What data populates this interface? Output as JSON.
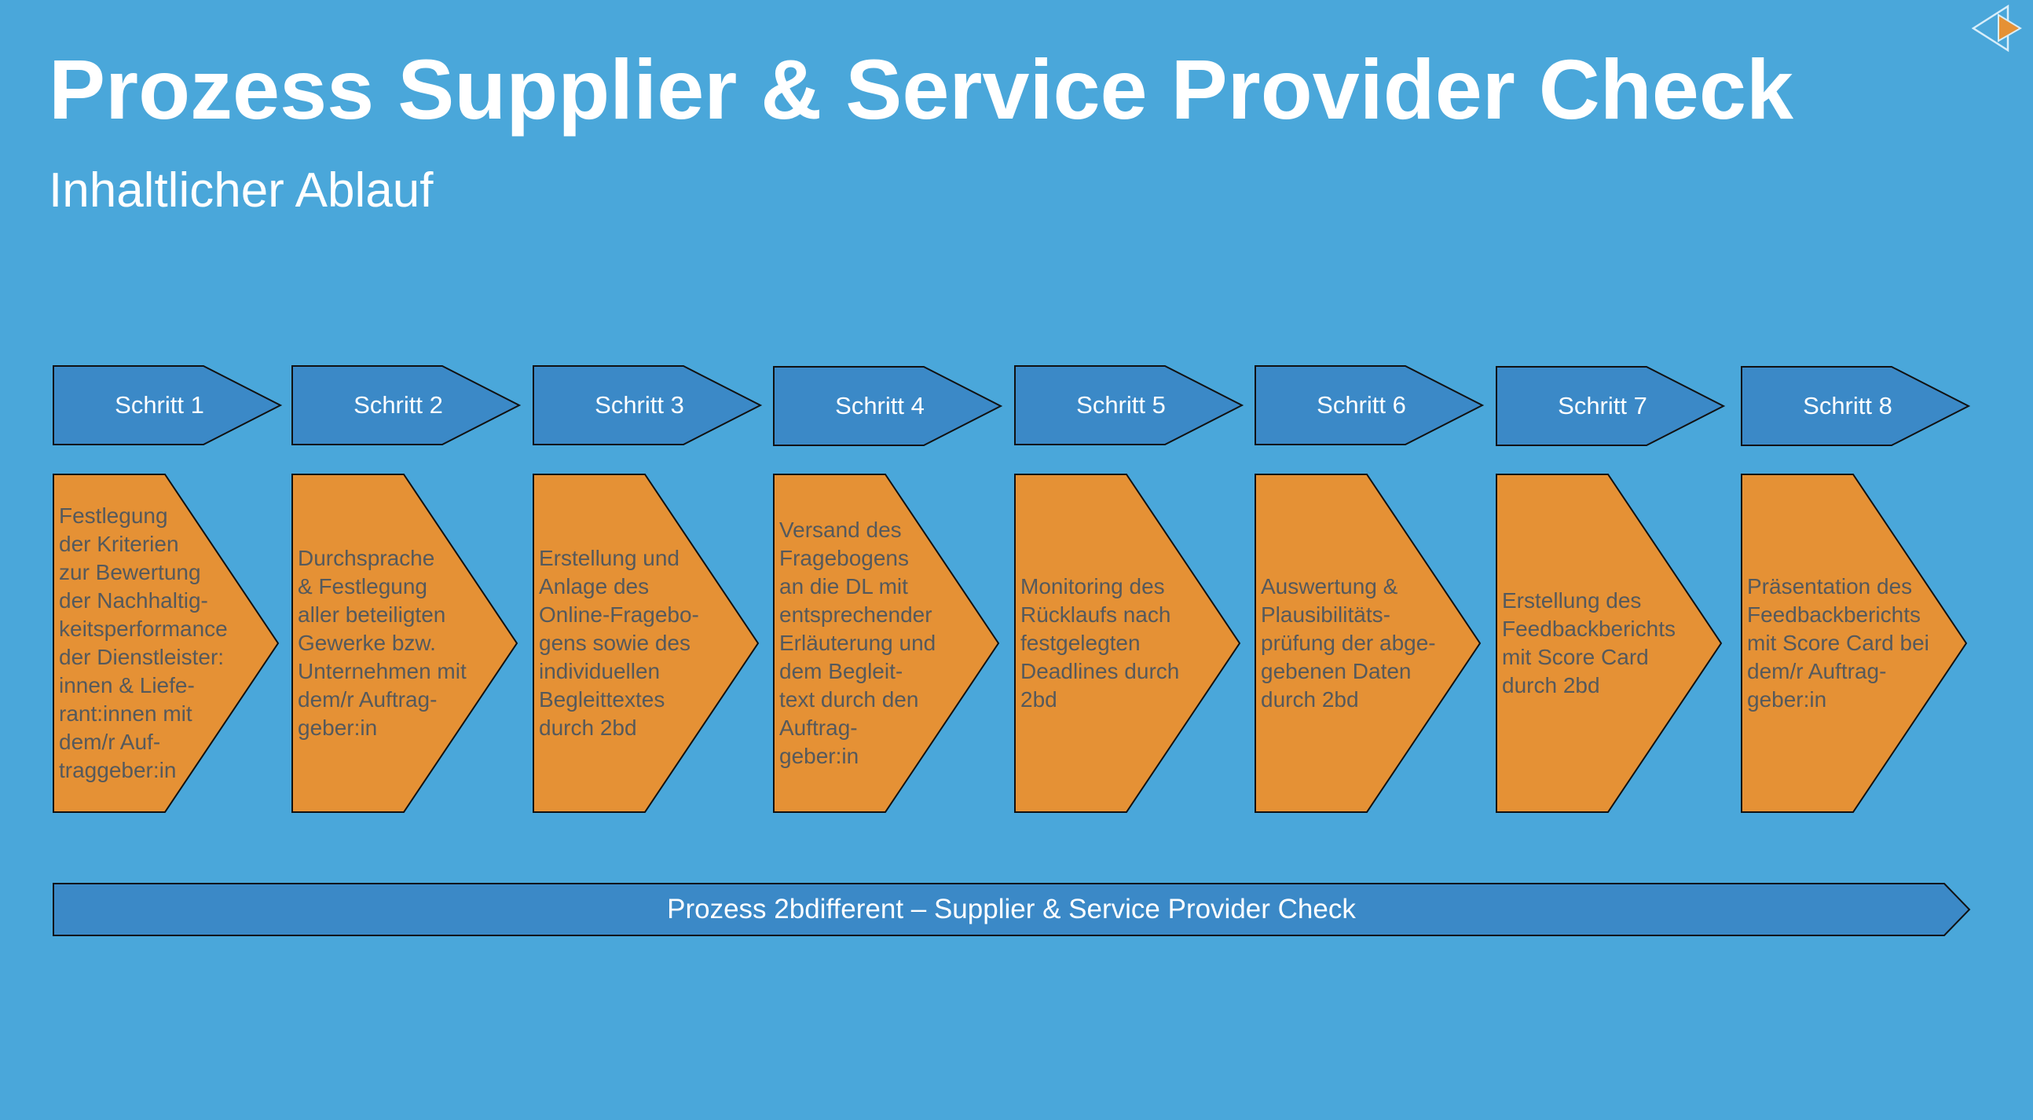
{
  "slide": {
    "title": "Prozess Supplier & Service Provider Check",
    "subtitle": "Inhaltlicher Ablauf"
  },
  "colors": {
    "background": "#4aa7da",
    "step_header_fill": "#3b89c7",
    "step_body_fill": "#e59135",
    "outline": "#111111",
    "body_text": "#55595c",
    "nav_accent": "#e59135"
  },
  "nav": {
    "icon": "prev-next-triangle-icon"
  },
  "steps": [
    {
      "label": "Schritt 1",
      "text": "Festlegung\nder Kriterien\nzur Bewertung\nder Nachhaltig-\nkeitsperformance\nder Dienstleister:\ninnen & Liefe-\nrant:innen mit\ndem/r Auf-\ntraggeber:in"
    },
    {
      "label": "Schritt 2",
      "text": "Durchsprache\n& Festlegung\naller beteiligten\nGewerke bzw.\nUnternehmen mit\ndem/r Auftrag-\ngeber:in"
    },
    {
      "label": "Schritt 3",
      "text": "Erstellung und\nAnlage des\nOnline-Fragebo-\ngens sowie des\nindividuellen\nBegleittextes\ndurch 2bd"
    },
    {
      "label": "Schritt 4",
      "text": "Versand des\nFragebogens\nan die DL mit\nentsprechender\nErläuterung und\ndem Begleit-\ntext durch den\nAuftrag-\ngeber:in"
    },
    {
      "label": "Schritt 5",
      "text": "Monitoring des\nRücklaufs nach\nfestgelegten\nDeadlines durch\n2bd"
    },
    {
      "label": "Schritt 6",
      "text": "Auswertung &\nPlausibilitäts-\nprüfung der abge-\ngebenen Daten\ndurch 2bd"
    },
    {
      "label": "Schritt 7",
      "text": "Erstellung des\nFeedbackberichts\nmit Score Card\ndurch 2bd"
    },
    {
      "label": "Schritt 8",
      "text": "Präsentation des\nFeedbackberichts\nmit Score Card bei\ndem/r Auftrag-\ngeber:in"
    }
  ],
  "process_bar": {
    "label": "Prozess 2bdifferent – Supplier & Service Provider Check"
  }
}
